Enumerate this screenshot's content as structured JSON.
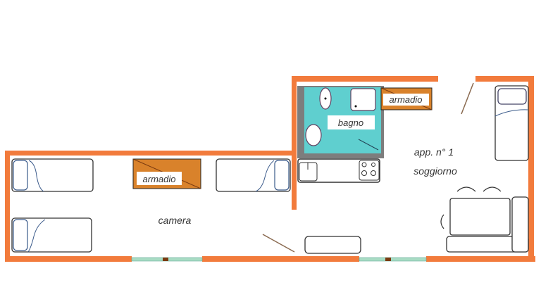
{
  "rooms": {
    "camera": "camera",
    "bagno": "bagno",
    "soggiorno_title": "app. n° 1",
    "soggiorno": "soggiorno"
  },
  "furniture": {
    "wardrobe_camera": "armadio",
    "wardrobe_bagno": "armadio"
  },
  "colors": {
    "wall": "#f27b3c",
    "wardrobe": "#d9822b",
    "bathroom": "#5fcfcf",
    "window": "#a8dcc4"
  }
}
